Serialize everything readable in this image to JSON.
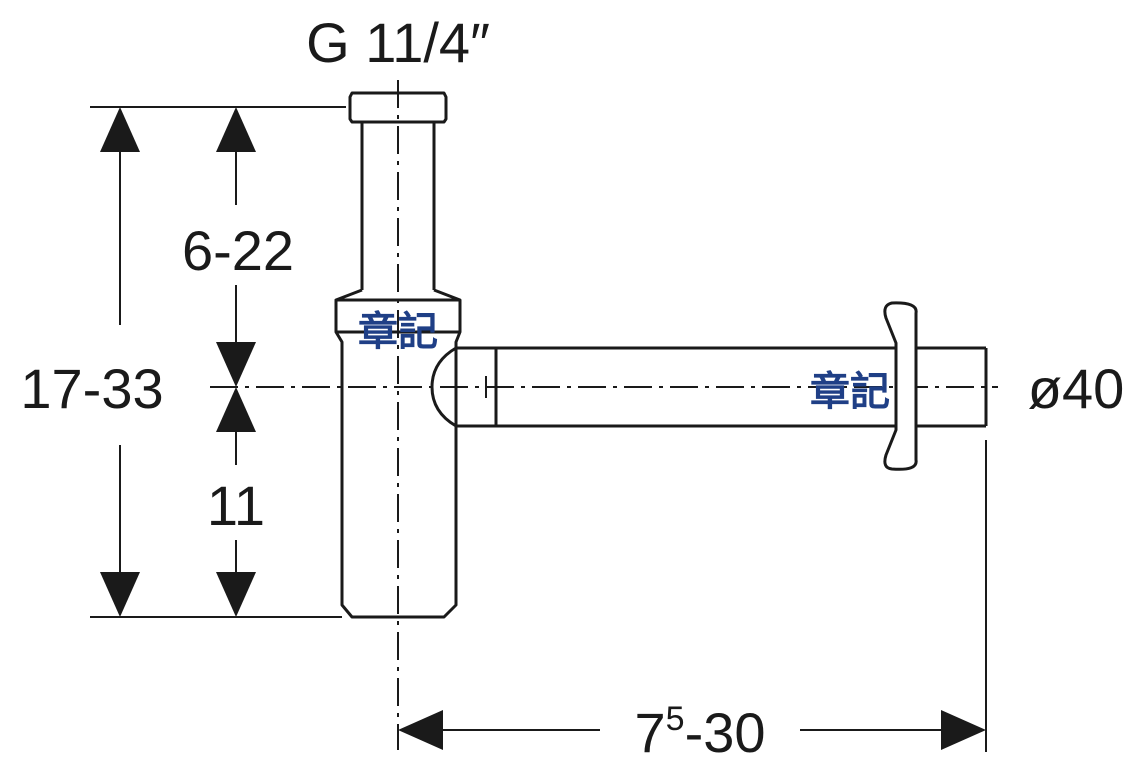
{
  "labels": {
    "thread_size": "G 11/4″",
    "tailpiece_adjust": "6-22",
    "total_height": "17-33",
    "outlet_height": "11",
    "outlet_diameter": "ø40",
    "wall_distance_base": "7",
    "wall_distance_sup": "5",
    "wall_distance_range": "-30"
  },
  "watermark": {
    "text": "章記",
    "color": "#1f3f86"
  },
  "colors": {
    "line": "#1a1a1a",
    "fill": "#ffffff"
  }
}
